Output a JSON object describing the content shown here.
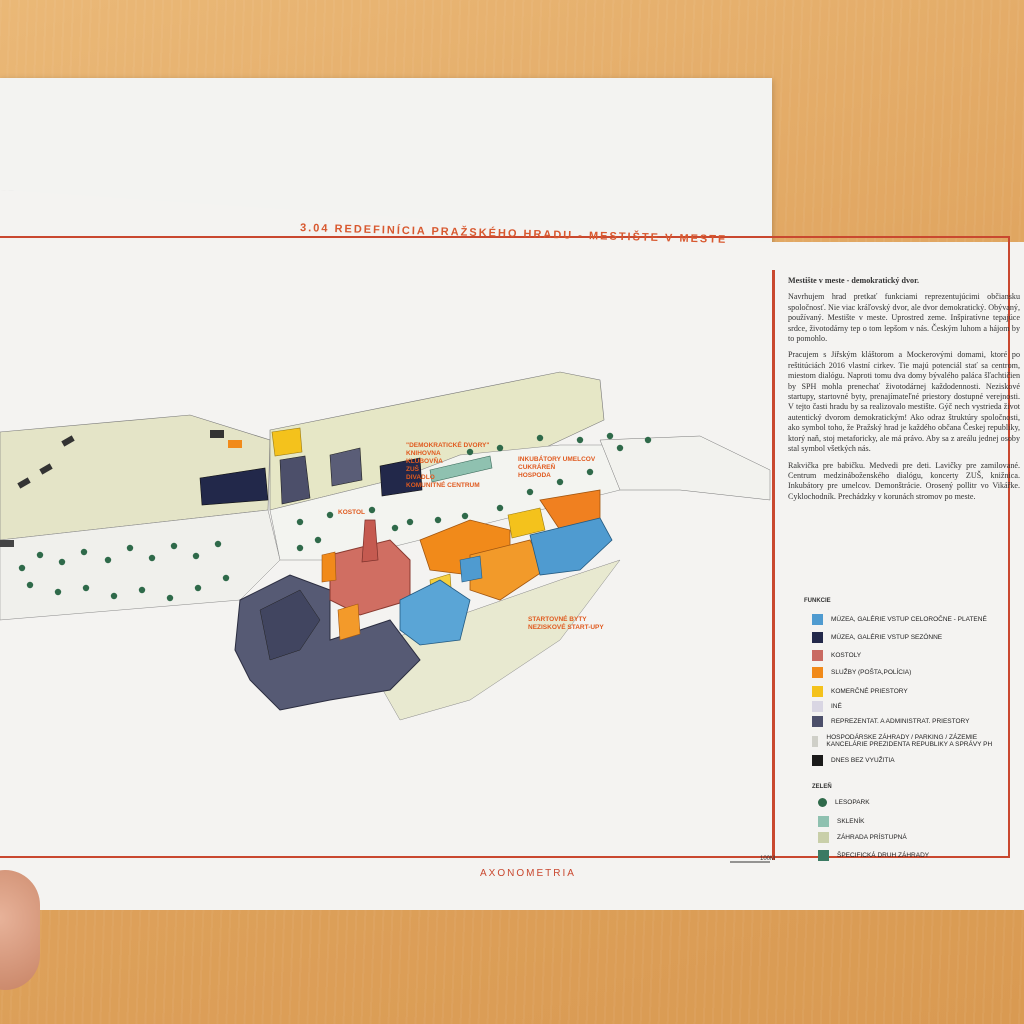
{
  "sheet": {
    "title": "3.04 Redefinícia pražského hradu - mestište v meste",
    "footer": "Axonometria",
    "scale_label": "100m"
  },
  "text": {
    "heading": "Mestište v meste - demokratický dvor.",
    "p1": "Navrhujem hrad pretkať funkciami reprezentujúcimi občiansku spoločnosť. Nie viac kráľovský dvor, ale dvor demokratický. Obývaný, používaný. Mestište v meste. Uprostred zeme. Inšpiratívne tepajúce srdce, životodárny tep o tom lepšom v nás. Českým luhom a hájom by to pomohlo.",
    "p2": "Pracujem s Jiřským kláštorom a Mockerovými domami, ktoré po reštitúciách 2016 vlastní cirkev. Tie majú potenciál stať sa centrom, miestom dialógu. Naproti tomu dva domy bývalého paláca šľachtičien by SPH mohla prenechať životodárnej každodennosti. Neziskové startupy, startovné byty, prenajímateľné priestory dostupné verejnosti. V tejto časti hradu by sa realizovalo mestište. Gýč nech vystrieda život autentický dvorom demokratickým! Ako odraz štruktúry spoločnosti, ako symbol toho, že Pražský hrad je každého občana Českej republiky, ktorý naň, stoj metaforicky, ale má právo. Aby sa z areálu jednej osoby stal symbol všetkých nás.",
    "p3": "Rakvička pre babičku. Medvedi pre deti. Lavičky pre zamilované. Centrum medzináboženského dialógu, koncerty ZUŠ, knižnica. Inkubátory pre umelcov. Demonštrácie. Orosený pollitr vo Vikářke. Cyklochodník. Prechádzky v korunách stromov po meste."
  },
  "legend": {
    "functions_heading": "Funkcie",
    "items": [
      {
        "label": "Múzea, galérie vstup celoročne - platené",
        "color": "#4f9bd0"
      },
      {
        "label": "Múzea, galérie vstup sezónne",
        "color": "#22284a"
      },
      {
        "label": "Kostoly",
        "color": "#c96a62"
      },
      {
        "label": "Služby (pošta,polícia)",
        "color": "#f18a1a"
      },
      {
        "label": "Komerčné priestory",
        "color": "#f4c21c"
      },
      {
        "label": "Iné",
        "color": "#d9d6e3"
      },
      {
        "label": "Reprezentat. a administrat. priestory",
        "color": "#4c4f6a"
      },
      {
        "label": "Hospodárske záhrady / parking / zázemie Kancelárie prezidenta republiky a správy PH",
        "color": "#cfcfc8"
      },
      {
        "label": "Dnes bez využitia",
        "color": "#1a1a1a"
      }
    ],
    "green_heading": "Zeleň",
    "green_items": [
      {
        "label": "Lesopark",
        "color": "#2f6a4a"
      },
      {
        "label": "Skleník",
        "color": "#8fc1b0"
      },
      {
        "label": "Záhrada prístupná",
        "color": "#c9cfa9"
      },
      {
        "label": "Špecifická druh záhrady",
        "color": "#3b7a63"
      }
    ]
  },
  "map_labels": {
    "kostol": "Kostol",
    "demokraticke": "\"Demokratické dvory\"\nKnihovna\nKlubovňa\nZUŠ\nDivadlo\nKomunitné centrum",
    "inkubatory": "Inkubátory umelcov\nCukráreň\nHospoda",
    "startovne": "Startovné byty\nNeziskové start-upy"
  }
}
